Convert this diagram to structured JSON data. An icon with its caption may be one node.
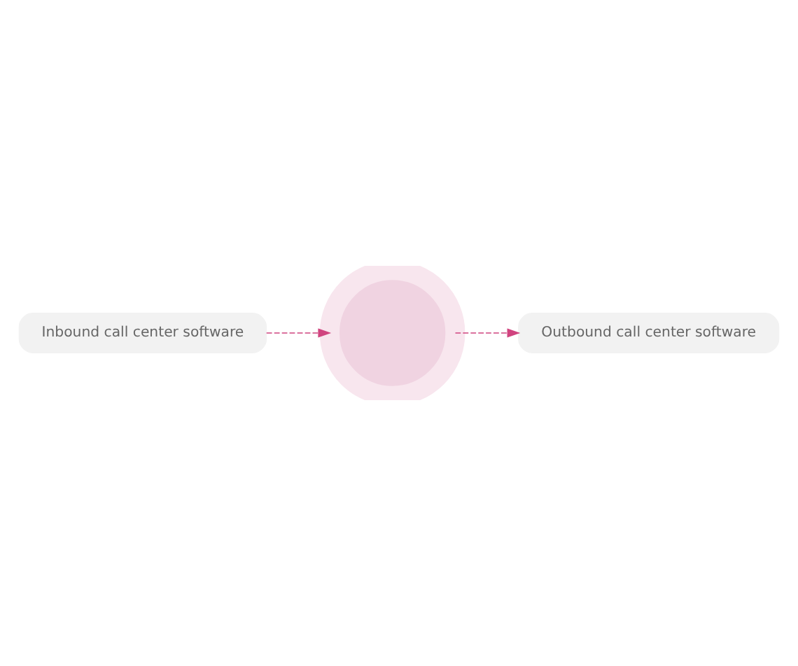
{
  "diagram": {
    "nodes": [
      {
        "text": [
          "Inbound call center software"
        ]
      },
      {
        "text": [],
        "shape": "circle"
      },
      {
        "text": [
          "Outbound call center software"
        ]
      }
    ],
    "edges": [
      {
        "from": 0,
        "to": 1,
        "arrow": "to",
        "style": "dashed"
      },
      {
        "from": 1,
        "to": 2,
        "arrow": "to",
        "style": "dashed"
      }
    ]
  }
}
